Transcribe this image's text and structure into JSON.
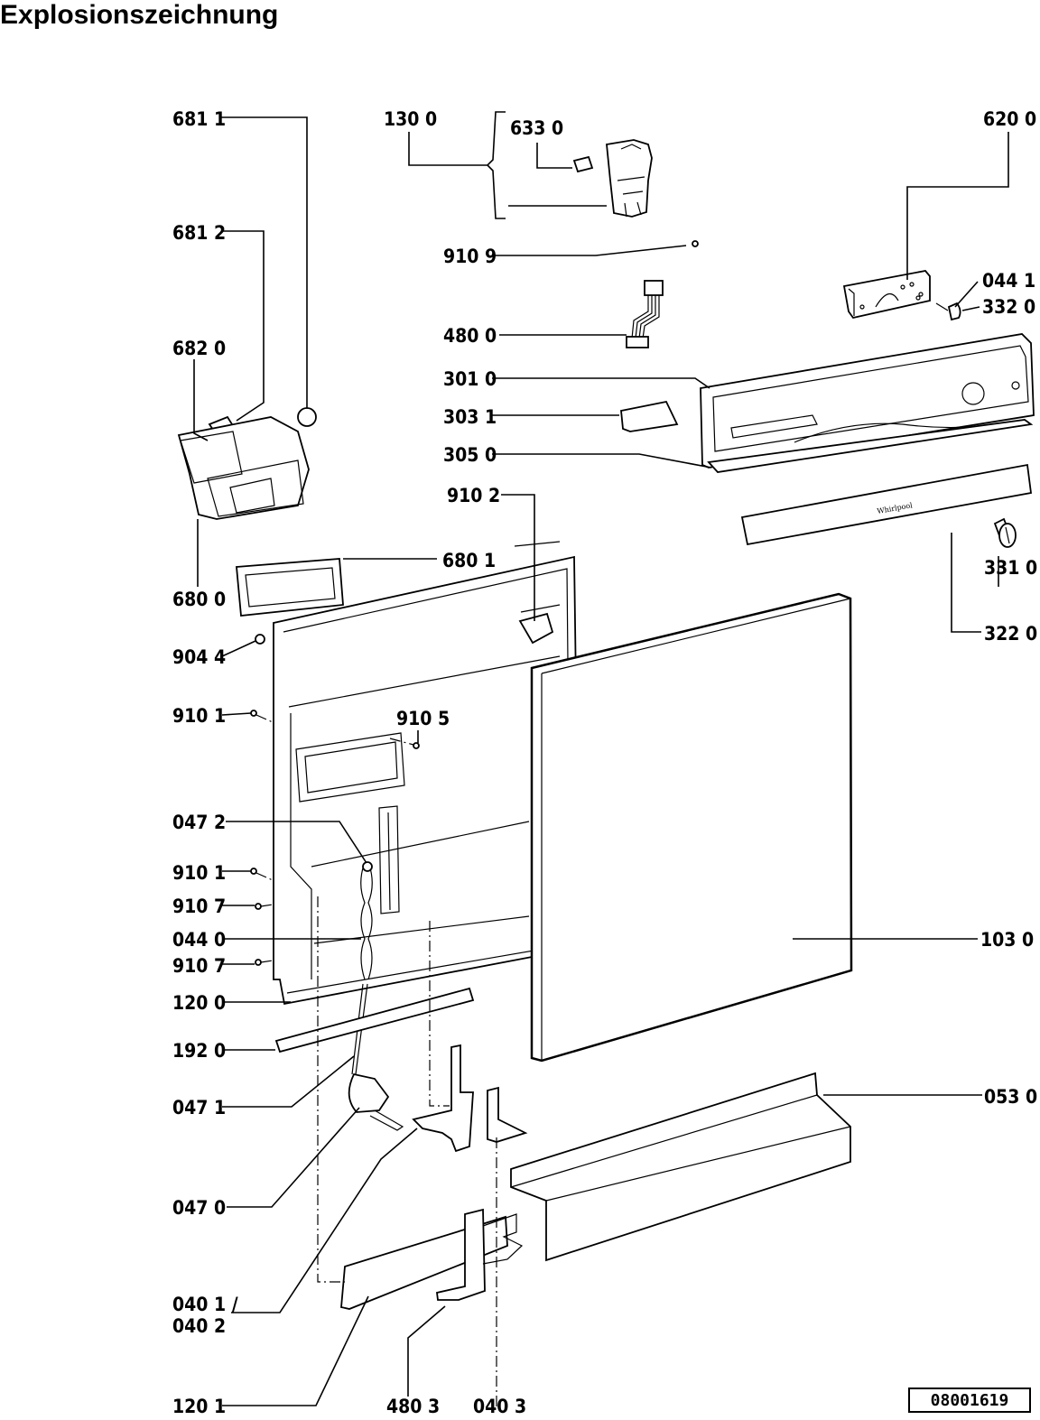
{
  "page": {
    "title": "Explosionszeichnung",
    "drawing_number": "08001619"
  },
  "labels": {
    "l6811": "681 1",
    "l1300": "130 0",
    "l6330": "633 0",
    "l6200": "620 0",
    "l6812": "681 2",
    "l9109": "910 9",
    "l0441": "044 1",
    "l3320": "332 0",
    "l4800": "480 0",
    "l6820": "682 0",
    "l3010": "301 0",
    "l3031": "303 1",
    "l3050": "305 0",
    "l9102": "910 2",
    "l6801": "680 1",
    "l3310": "331 0",
    "l6800": "680 0",
    "l3220": "322 0",
    "l9044": "904 4",
    "l9101a": "910 1",
    "l9105": "910 5",
    "l0472": "047 2",
    "l9101b": "910 1",
    "l9107a": "910 7",
    "l0440": "044 0",
    "l9107b": "910 7",
    "l1030": "103 0",
    "l1200": "120 0",
    "l1920": "192 0",
    "l0471": "047 1",
    "l0530": "053 0",
    "l0470": "047 0",
    "l0401": "040 1 /",
    "l0402": "040 2",
    "l1201": "120 1",
    "l4803": "480 3",
    "l0403": "040 3"
  },
  "brand_mark": "Whirlpool"
}
